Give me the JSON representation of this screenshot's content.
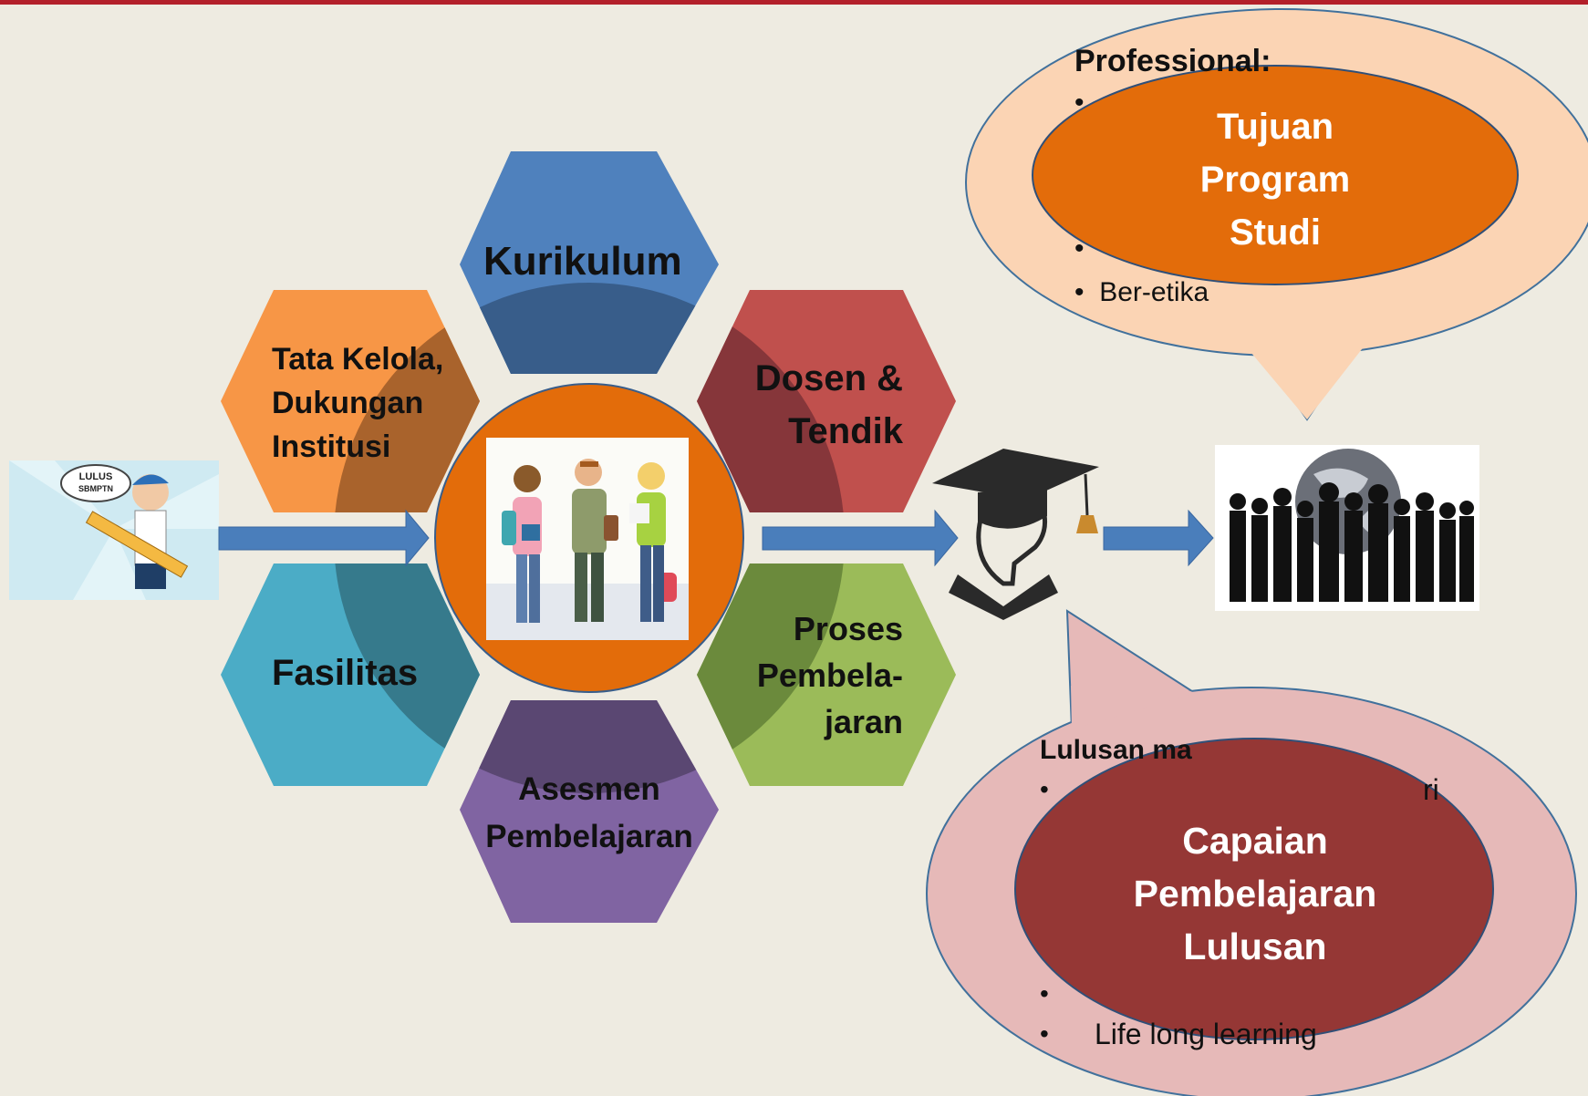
{
  "hexagons": {
    "kurikulum": "Kurikulum",
    "tata_kelola": [
      "Tata Kelola,",
      "Dukungan",
      "Institusi"
    ],
    "dosen": [
      "Dosen &",
      "Tendik"
    ],
    "fasilitas": "Fasilitas",
    "proses": [
      "Proses",
      "Pembela-",
      "jaran"
    ],
    "asesmen": [
      "Asesmen",
      "Pembelajaran"
    ]
  },
  "left_image": {
    "sign_text": [
      "LULUS",
      "SBMPTN"
    ]
  },
  "top_bubble": {
    "heading": "Professional:",
    "bullets": [
      "•",
      "•",
      "Ber-etika"
    ],
    "oval_lines": [
      "Tujuan",
      "Program",
      "Studi"
    ]
  },
  "bottom_bubble": {
    "heading": "Lulusan ma",
    "line1_bullet": "•",
    "line1_tail": "ri",
    "bullet3": "•",
    "last_bullet": "•",
    "last_item": "Life long learning",
    "oval_lines": [
      "Capaian",
      "Pembelajaran",
      "Lulusan"
    ]
  },
  "colors": {
    "background": "#eeebe1",
    "top_bar": "#b3202a",
    "kurikulum": "#4f81bd",
    "tata_kelola": "#f79646",
    "dosen": "#c0504d",
    "fasilitas": "#4bacc6",
    "proses": "#9bbb59",
    "asesmen": "#8064a2",
    "center_circle": "#e36c0a",
    "arrow": "#4a7ebb",
    "top_bubble_fill": "#fbd4b4",
    "top_oval": "#e36c0a",
    "bottom_bubble_fill": "#e6b9b8",
    "bottom_oval": "#953735"
  },
  "icons": [
    "students-illustration",
    "graduate-icon",
    "business-people-icon",
    "student-pencil-illustration"
  ]
}
